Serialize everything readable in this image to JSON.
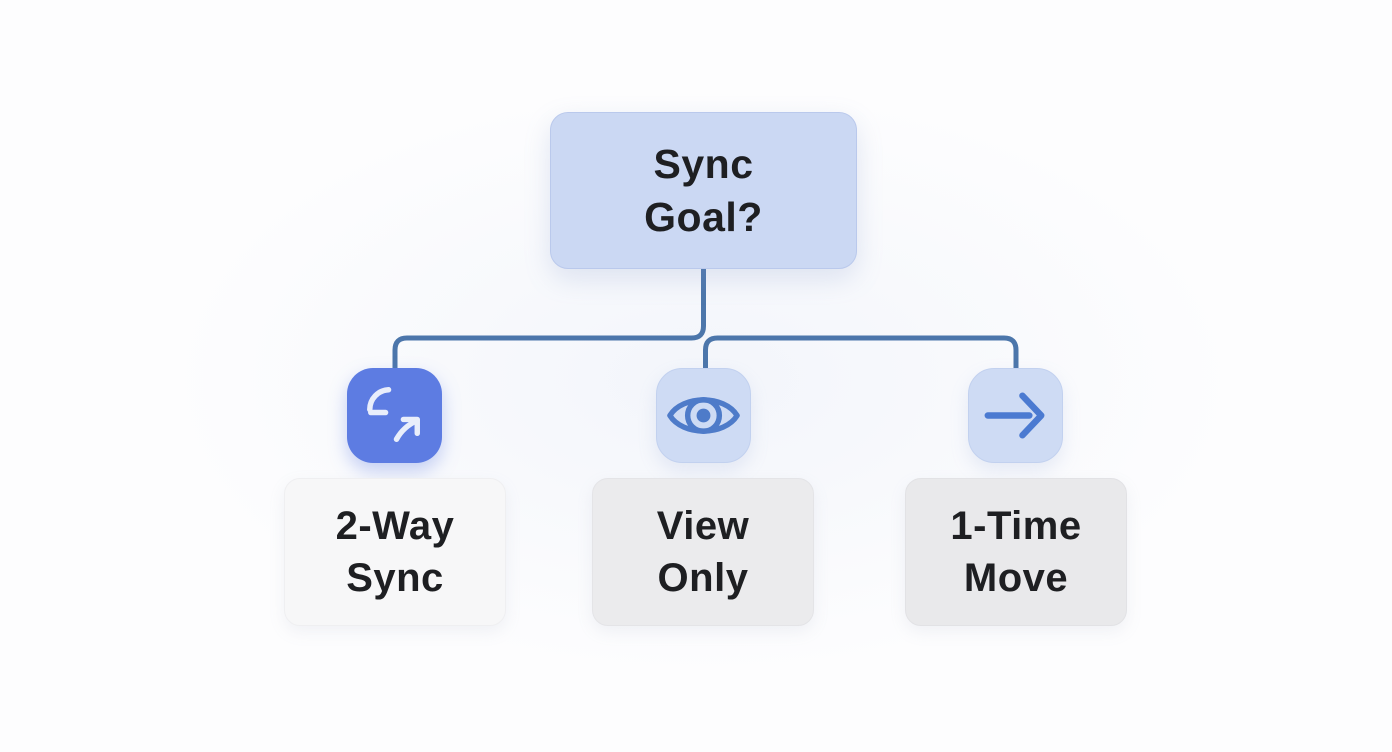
{
  "diagram": {
    "type": "decision-tree",
    "root": {
      "id": "sync-goal",
      "lines": [
        "Sync",
        "Goal?"
      ]
    },
    "branches": [
      {
        "id": "two-way-sync",
        "icon": "sync-arrows-icon",
        "lines": [
          "2-Way",
          "Sync"
        ]
      },
      {
        "id": "view-only",
        "icon": "eye-icon",
        "lines": [
          "View",
          "Only"
        ]
      },
      {
        "id": "one-time-move",
        "icon": "arrow-right-icon",
        "lines": [
          "1-Time",
          "Move"
        ]
      }
    ]
  },
  "colors": {
    "background": "#fdfdfe",
    "root-box-bg": "#cbd8f3",
    "root-box-border": "#bac9ec",
    "connector": "#4c76ab",
    "icon-tile-accent-bg": "#5d7ce2",
    "icon-tile-light-bg": "#cedbf4",
    "icon-glyph-light": "#e9eefb",
    "eye-stroke": "#4e7bc9",
    "arrow-stroke": "#4b7ad1",
    "label-box-1-bg": "#f7f7f8",
    "label-box-2-bg": "#ebebed",
    "label-box-3-bg": "#e9e9eb",
    "text": "#1e1f22"
  }
}
